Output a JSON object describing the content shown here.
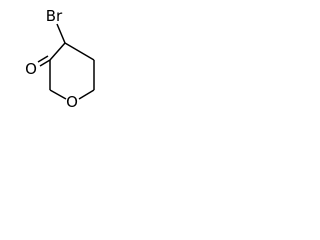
{
  "molecule": {
    "atoms": {
      "bromine": "Br",
      "carbonyl_oxygen": "O",
      "ring_oxygen": "O"
    },
    "bond_color": "#000000",
    "label_color": "#000000"
  }
}
